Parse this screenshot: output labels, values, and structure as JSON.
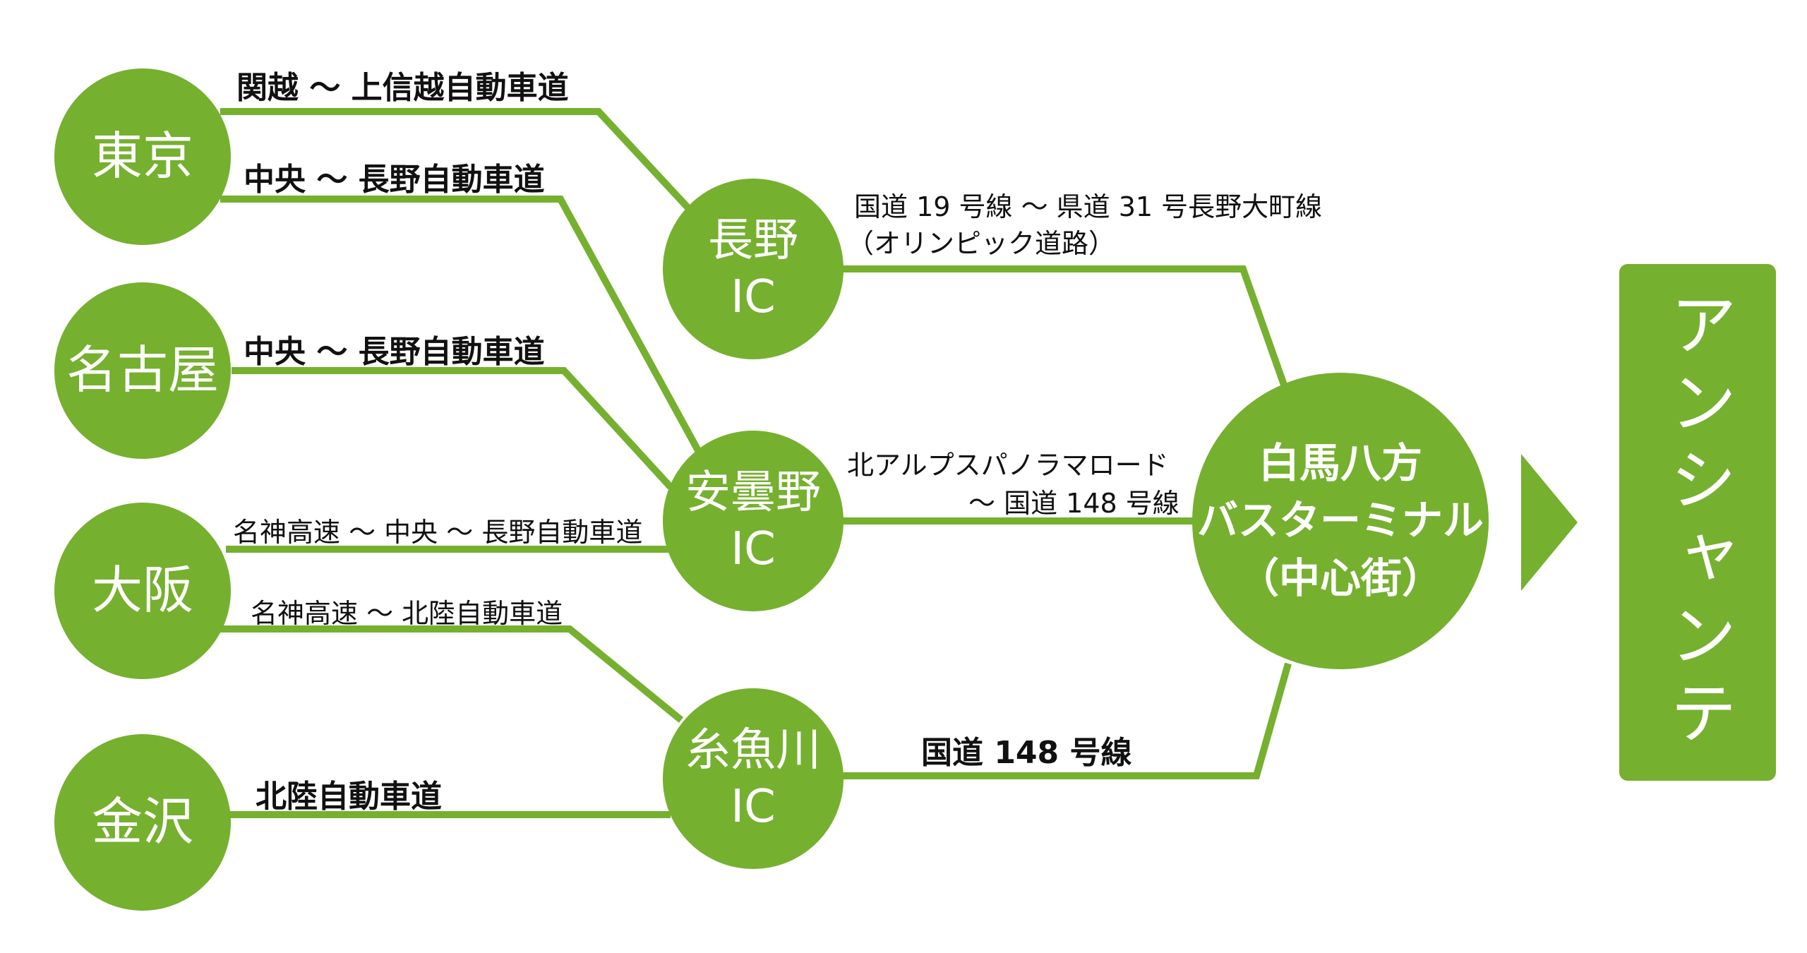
{
  "theme": {
    "accent": "#76b02f",
    "text": "#111111",
    "node_text": "#ffffff"
  },
  "origins": [
    {
      "id": "tokyo",
      "label": "東京"
    },
    {
      "id": "nagoya",
      "label": "名古屋"
    },
    {
      "id": "osaka",
      "label": "大阪"
    },
    {
      "id": "kanazawa",
      "label": "金沢"
    }
  ],
  "interchanges": [
    {
      "id": "nagano",
      "line1": "長野",
      "line2": "IC"
    },
    {
      "id": "azumino",
      "line1": "安曇野",
      "line2": "IC"
    },
    {
      "id": "itoigawa",
      "line1": "糸魚川",
      "line2": "IC"
    }
  ],
  "hub": {
    "line1": "白馬八方",
    "line2": "バスターミナル",
    "line3": "（中心街）"
  },
  "destination": {
    "label": "アンシャンテ"
  },
  "routes": [
    {
      "from": "東京",
      "to": "長野IC",
      "label": "関越 〜 上信越自動車道"
    },
    {
      "from": "東京",
      "to": "安曇野IC",
      "label": "中央 〜 長野自動車道"
    },
    {
      "from": "名古屋",
      "to": "安曇野IC",
      "label": "中央 〜 長野自動車道"
    },
    {
      "from": "大阪",
      "to": "安曇野IC",
      "label": "名神高速 〜 中央 〜 長野自動車道"
    },
    {
      "from": "大阪",
      "to": "糸魚川IC",
      "label": "名神高速 〜 北陸自動車道"
    },
    {
      "from": "金沢",
      "to": "糸魚川IC",
      "label": "北陸自動車道"
    },
    {
      "from": "長野IC",
      "to": "白馬八方バスターミナル",
      "label": "国道 19 号線 〜 県道 31 号長野大町線",
      "label2": "（オリンピック道路）"
    },
    {
      "from": "安曇野IC",
      "to": "白馬八方バスターミナル",
      "label": "北アルプスパノラマロード",
      "label2": "〜 国道 148 号線"
    },
    {
      "from": "糸魚川IC",
      "to": "白馬八方バスターミナル",
      "label": "国道 148 号線"
    }
  ]
}
